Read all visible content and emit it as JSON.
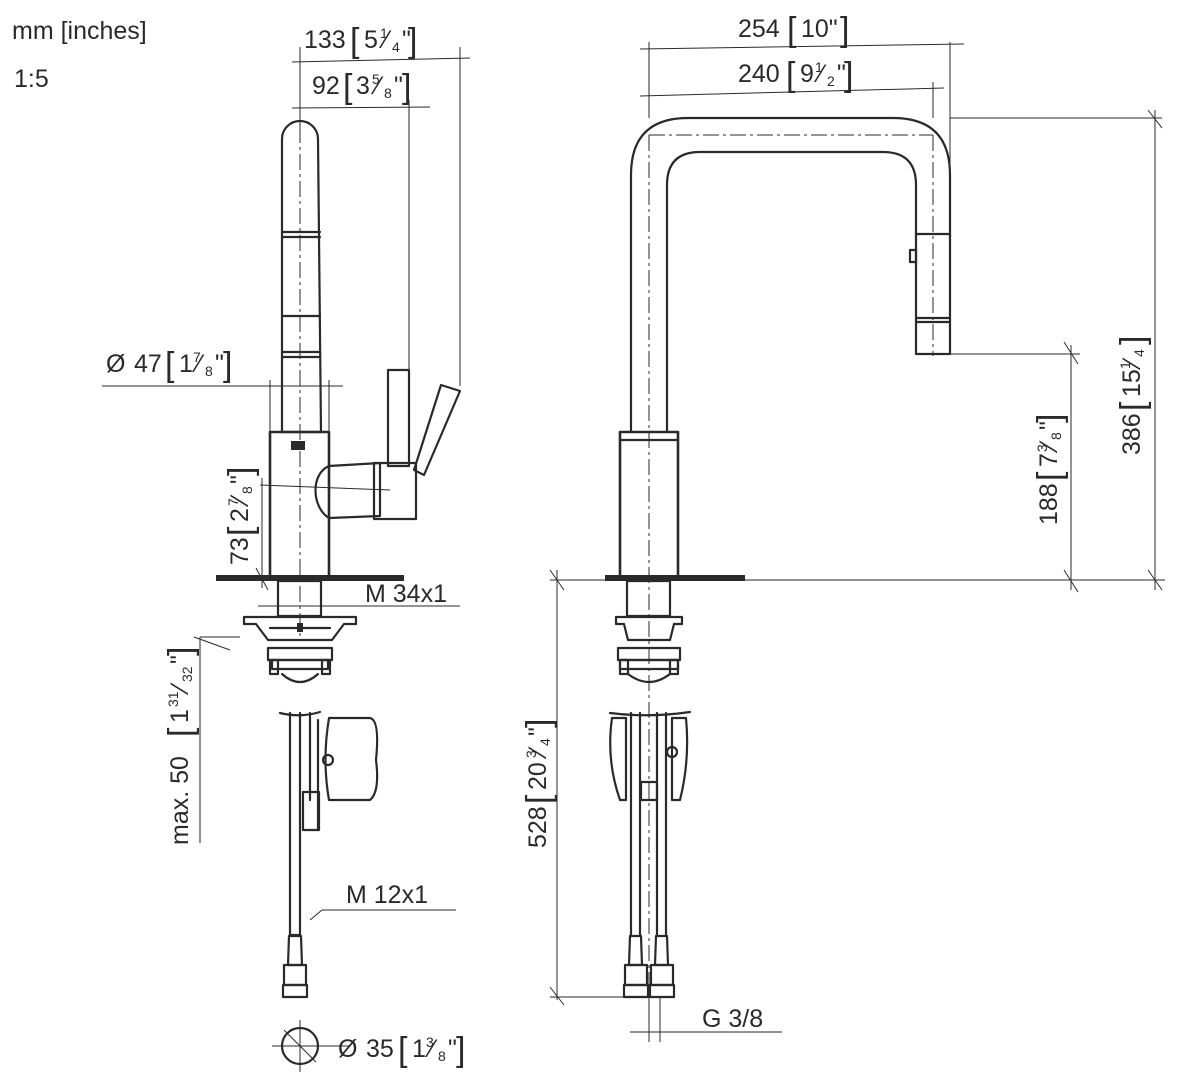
{
  "header": {
    "units": "mm [inches]",
    "scale": "1:5"
  },
  "dimensions": {
    "d133": {
      "mm": "133",
      "inch": "5",
      "num": "1",
      "den": "4",
      "quote": "\""
    },
    "d92": {
      "mm": "92",
      "inch": "3",
      "num": "5",
      "den": "8",
      "quote": "\""
    },
    "d47": {
      "symbol": "Ø",
      "mm": "47",
      "inch": "1",
      "num": "7",
      "den": "8",
      "quote": "\""
    },
    "d73": {
      "mm": "73",
      "inch": "2",
      "num": "7",
      "den": "8",
      "quote": "\""
    },
    "d50": {
      "mm": "max. 50",
      "inch": "1",
      "num": "31",
      "den": "32",
      "quote": "\""
    },
    "d35": {
      "symbol": "Ø",
      "mm": "35",
      "inch": "1",
      "num": "3",
      "den": "8",
      "quote": "\""
    },
    "d254": {
      "mm": "254",
      "inch": "10\""
    },
    "d240": {
      "mm": "240",
      "inch": "9",
      "num": "1",
      "den": "2",
      "quote": "\""
    },
    "d386": {
      "mm": "386",
      "inch": "15",
      "num": "1",
      "den": "4"
    },
    "d188": {
      "mm": "188",
      "inch": "7",
      "num": "3",
      "den": "8",
      "quote": "\""
    },
    "d528": {
      "mm": "528",
      "inch": "20",
      "num": "3",
      "den": "4",
      "quote": "\""
    }
  },
  "threads": {
    "m34": "M 34x1",
    "m12": "M 12x1",
    "g38": "G 3/8"
  }
}
